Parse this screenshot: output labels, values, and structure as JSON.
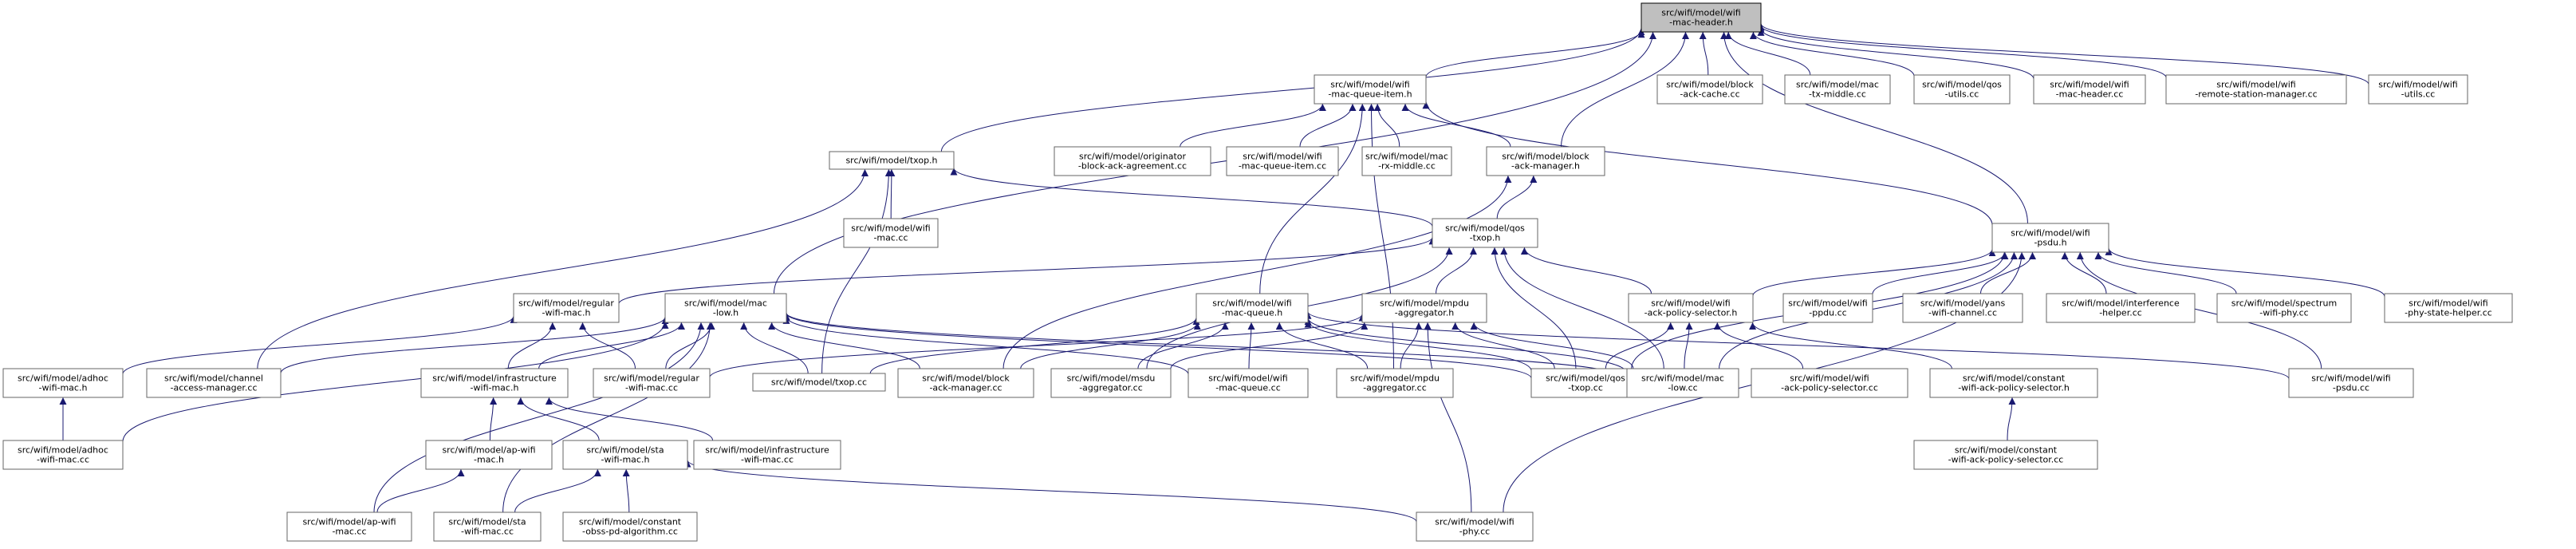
{
  "colors": {
    "edge": "#191970",
    "root_fill": "#bfbfbf",
    "node_border": "#666666",
    "text": "#000000"
  },
  "nodes": [
    {
      "id": "mac-header-h",
      "lines": [
        "src/wifi/model/wifi",
        "-mac-header.h"
      ],
      "root": true
    },
    {
      "id": "mac-queue-item-h",
      "lines": [
        "src/wifi/model/wifi",
        "-mac-queue-item.h"
      ]
    },
    {
      "id": "block-ack-cache-cc",
      "lines": [
        "src/wifi/model/block",
        "-ack-cache.cc"
      ]
    },
    {
      "id": "mac-tx-middle-cc",
      "lines": [
        "src/wifi/model/mac",
        "-tx-middle.cc"
      ]
    },
    {
      "id": "qos-utils-cc",
      "lines": [
        "src/wifi/model/qos",
        "-utils.cc"
      ]
    },
    {
      "id": "mac-header-cc",
      "lines": [
        "src/wifi/model/wifi",
        "-mac-header.cc"
      ]
    },
    {
      "id": "remote-station-manager-cc",
      "lines": [
        "src/wifi/model/wifi",
        "-remote-station-manager.cc"
      ]
    },
    {
      "id": "utils-cc",
      "lines": [
        "src/wifi/model/wifi",
        "-utils.cc"
      ]
    },
    {
      "id": "txop-h",
      "lines": [
        "src/wifi/model/txop.h"
      ]
    },
    {
      "id": "originator-cc",
      "lines": [
        "src/wifi/model/originator",
        "-block-ack-agreement.cc"
      ]
    },
    {
      "id": "mac-queue-item-cc",
      "lines": [
        "src/wifi/model/wifi",
        "-mac-queue-item.cc"
      ]
    },
    {
      "id": "mac-rx-middle-cc",
      "lines": [
        "src/wifi/model/mac",
        "-rx-middle.cc"
      ]
    },
    {
      "id": "block-ack-manager-h",
      "lines": [
        "src/wifi/model/block",
        "-ack-manager.h"
      ]
    },
    {
      "id": "mac-cc",
      "lines": [
        "src/wifi/model/wifi",
        "-mac.cc"
      ]
    },
    {
      "id": "qos-txop-h",
      "lines": [
        "src/wifi/model/qos",
        "-txop.h"
      ]
    },
    {
      "id": "psdu-h",
      "lines": [
        "src/wifi/model/wifi",
        "-psdu.h"
      ]
    },
    {
      "id": "regular-wifi-mac-h",
      "lines": [
        "src/wifi/model/regular",
        "-wifi-mac.h"
      ]
    },
    {
      "id": "mac-low-h",
      "lines": [
        "src/wifi/model/mac",
        "-low.h"
      ]
    },
    {
      "id": "mac-queue-h",
      "lines": [
        "src/wifi/model/wifi",
        "-mac-queue.h"
      ]
    },
    {
      "id": "mpdu-aggregator-h",
      "lines": [
        "src/wifi/model/mpdu",
        "-aggregator.h"
      ]
    },
    {
      "id": "ack-policy-selector-h",
      "lines": [
        "src/wifi/model/wifi",
        "-ack-policy-selector.h"
      ]
    },
    {
      "id": "ppdu-cc",
      "lines": [
        "src/wifi/model/wifi",
        "-ppdu.cc"
      ]
    },
    {
      "id": "yans-wifi-channel-cc",
      "lines": [
        "src/wifi/model/yans",
        "-wifi-channel.cc"
      ]
    },
    {
      "id": "interference-helper-cc",
      "lines": [
        "src/wifi/model/interference",
        "-helper.cc"
      ]
    },
    {
      "id": "spectrum-wifi-phy-cc",
      "lines": [
        "src/wifi/model/spectrum",
        "-wifi-phy.cc"
      ]
    },
    {
      "id": "phy-state-helper-cc",
      "lines": [
        "src/wifi/model/wifi",
        "-phy-state-helper.cc"
      ]
    },
    {
      "id": "adhoc-wifi-mac-h",
      "lines": [
        "src/wifi/model/adhoc",
        "-wifi-mac.h"
      ]
    },
    {
      "id": "channel-access-manager-cc",
      "lines": [
        "src/wifi/model/channel",
        "-access-manager.cc"
      ]
    },
    {
      "id": "infrastructure-wifi-mac-h",
      "lines": [
        "src/wifi/model/infrastructure",
        "-wifi-mac.h"
      ]
    },
    {
      "id": "regular-wifi-mac-cc",
      "lines": [
        "src/wifi/model/regular",
        "-wifi-mac.cc"
      ]
    },
    {
      "id": "txop-cc",
      "lines": [
        "src/wifi/model/txop.cc"
      ]
    },
    {
      "id": "block-ack-manager-cc",
      "lines": [
        "src/wifi/model/block",
        "-ack-manager.cc"
      ]
    },
    {
      "id": "msdu-aggregator-cc",
      "lines": [
        "src/wifi/model/msdu",
        "-aggregator.cc"
      ]
    },
    {
      "id": "mac-queue-cc",
      "lines": [
        "src/wifi/model/wifi",
        "-mac-queue.cc"
      ]
    },
    {
      "id": "mpdu-aggregator-cc",
      "lines": [
        "src/wifi/model/mpdu",
        "-aggregator.cc"
      ]
    },
    {
      "id": "qos-txop-cc",
      "lines": [
        "src/wifi/model/qos",
        "-txop.cc"
      ]
    },
    {
      "id": "mac-low-cc",
      "lines": [
        "src/wifi/model/mac",
        "-low.cc"
      ]
    },
    {
      "id": "ack-policy-selector-cc",
      "lines": [
        "src/wifi/model/wifi",
        "-ack-policy-selector.cc"
      ]
    },
    {
      "id": "constant-ack-policy-selector-h",
      "lines": [
        "src/wifi/model/constant",
        "-wifi-ack-policy-selector.h"
      ]
    },
    {
      "id": "psdu-cc",
      "lines": [
        "src/wifi/model/wifi",
        "-psdu.cc"
      ]
    },
    {
      "id": "adhoc-wifi-mac-cc",
      "lines": [
        "src/wifi/model/adhoc",
        "-wifi-mac.cc"
      ]
    },
    {
      "id": "ap-wifi-mac-h",
      "lines": [
        "src/wifi/model/ap-wifi",
        "-mac.h"
      ]
    },
    {
      "id": "sta-wifi-mac-h",
      "lines": [
        "src/wifi/model/sta",
        "-wifi-mac.h"
      ]
    },
    {
      "id": "infrastructure-wifi-mac-cc",
      "lines": [
        "src/wifi/model/infrastructure",
        "-wifi-mac.cc"
      ]
    },
    {
      "id": "constant-ack-policy-selector-cc",
      "lines": [
        "src/wifi/model/constant",
        "-wifi-ack-policy-selector.cc"
      ]
    },
    {
      "id": "ap-wifi-mac-cc",
      "lines": [
        "src/wifi/model/ap-wifi",
        "-mac.cc"
      ]
    },
    {
      "id": "sta-wifi-mac-cc",
      "lines": [
        "src/wifi/model/sta",
        "-wifi-mac.cc"
      ]
    },
    {
      "id": "obss-pd-algorithm-cc",
      "lines": [
        "src/wifi/model/constant",
        "-obss-pd-algorithm.cc"
      ]
    },
    {
      "id": "wifi-phy-cc",
      "lines": [
        "src/wifi/model/wifi",
        "-phy.cc"
      ]
    }
  ],
  "edges": [
    [
      "block-ack-cache-cc",
      "mac-header-h"
    ],
    [
      "mac-tx-middle-cc",
      "mac-header-h"
    ],
    [
      "qos-utils-cc",
      "mac-header-h"
    ],
    [
      "mac-header-cc",
      "mac-header-h"
    ],
    [
      "remote-station-manager-cc",
      "mac-header-h"
    ],
    [
      "utils-cc",
      "mac-header-h"
    ],
    [
      "mac-queue-item-h",
      "mac-header-h"
    ],
    [
      "txop-h",
      "mac-header-h"
    ],
    [
      "block-ack-manager-h",
      "mac-header-h"
    ],
    [
      "psdu-h",
      "mac-header-h"
    ],
    [
      "mac-low-h",
      "mac-header-h"
    ],
    [
      "originator-cc",
      "mac-queue-item-h"
    ],
    [
      "mac-queue-item-cc",
      "mac-queue-item-h"
    ],
    [
      "mac-rx-middle-cc",
      "mac-queue-item-h"
    ],
    [
      "block-ack-manager-h",
      "mac-queue-item-h"
    ],
    [
      "psdu-h",
      "mac-queue-item-h"
    ],
    [
      "mac-queue-h",
      "mac-queue-item-h"
    ],
    [
      "mpdu-aggregator-cc",
      "mac-queue-item-h"
    ],
    [
      "mac-cc",
      "txop-h"
    ],
    [
      "qos-txop-h",
      "txop-h"
    ],
    [
      "channel-access-manager-cc",
      "txop-h"
    ],
    [
      "txop-cc",
      "txop-h"
    ],
    [
      "qos-txop-h",
      "block-ack-manager-h"
    ],
    [
      "block-ack-manager-cc",
      "block-ack-manager-h"
    ],
    [
      "regular-wifi-mac-h",
      "qos-txop-h"
    ],
    [
      "mpdu-aggregator-h",
      "qos-txop-h"
    ],
    [
      "ack-policy-selector-h",
      "qos-txop-h"
    ],
    [
      "msdu-aggregator-cc",
      "qos-txop-h"
    ],
    [
      "qos-txop-cc",
      "qos-txop-h"
    ],
    [
      "mac-low-cc",
      "qos-txop-h"
    ],
    [
      "ack-policy-selector-h",
      "psdu-h"
    ],
    [
      "ppdu-cc",
      "psdu-h"
    ],
    [
      "yans-wifi-channel-cc",
      "psdu-h"
    ],
    [
      "interference-helper-cc",
      "psdu-h"
    ],
    [
      "spectrum-wifi-phy-cc",
      "psdu-h"
    ],
    [
      "phy-state-helper-cc",
      "psdu-h"
    ],
    [
      "qos-txop-cc",
      "psdu-h"
    ],
    [
      "mac-low-cc",
      "psdu-h"
    ],
    [
      "psdu-cc",
      "psdu-h"
    ],
    [
      "wifi-phy-cc",
      "psdu-h"
    ],
    [
      "adhoc-wifi-mac-h",
      "regular-wifi-mac-h"
    ],
    [
      "infrastructure-wifi-mac-h",
      "regular-wifi-mac-h"
    ],
    [
      "regular-wifi-mac-cc",
      "regular-wifi-mac-h"
    ],
    [
      "channel-access-manager-cc",
      "mac-low-h"
    ],
    [
      "infrastructure-wifi-mac-h",
      "mac-low-h"
    ],
    [
      "regular-wifi-mac-cc",
      "mac-low-h"
    ],
    [
      "txop-cc",
      "mac-low-h"
    ],
    [
      "block-ack-manager-cc",
      "mac-low-h"
    ],
    [
      "mac-queue-cc",
      "mac-low-h"
    ],
    [
      "qos-txop-cc",
      "mac-low-h"
    ],
    [
      "mac-low-cc",
      "mac-low-h"
    ],
    [
      "adhoc-wifi-mac-cc",
      "mac-low-h"
    ],
    [
      "ap-wifi-mac-cc",
      "mac-low-h"
    ],
    [
      "sta-wifi-mac-cc",
      "mac-low-h"
    ],
    [
      "txop-cc",
      "mac-queue-h"
    ],
    [
      "block-ack-manager-cc",
      "mac-queue-h"
    ],
    [
      "msdu-aggregator-cc",
      "mac-queue-h"
    ],
    [
      "mac-queue-cc",
      "mac-queue-h"
    ],
    [
      "mpdu-aggregator-cc",
      "mac-queue-h"
    ],
    [
      "qos-txop-cc",
      "mac-queue-h"
    ],
    [
      "mac-low-cc",
      "mac-queue-h"
    ],
    [
      "psdu-cc",
      "mac-queue-h"
    ],
    [
      "regular-wifi-mac-cc",
      "mpdu-aggregator-h"
    ],
    [
      "msdu-aggregator-cc",
      "mpdu-aggregator-h"
    ],
    [
      "mpdu-aggregator-cc",
      "mpdu-aggregator-h"
    ],
    [
      "qos-txop-cc",
      "mpdu-aggregator-h"
    ],
    [
      "mac-low-cc",
      "mpdu-aggregator-h"
    ],
    [
      "wifi-phy-cc",
      "mpdu-aggregator-h"
    ],
    [
      "qos-txop-cc",
      "ack-policy-selector-h"
    ],
    [
      "mac-low-cc",
      "ack-policy-selector-h"
    ],
    [
      "ack-policy-selector-cc",
      "ack-policy-selector-h"
    ],
    [
      "constant-ack-policy-selector-h",
      "ack-policy-selector-h"
    ],
    [
      "adhoc-wifi-mac-cc",
      "adhoc-wifi-mac-h"
    ],
    [
      "ap-wifi-mac-h",
      "infrastructure-wifi-mac-h"
    ],
    [
      "sta-wifi-mac-h",
      "infrastructure-wifi-mac-h"
    ],
    [
      "infrastructure-wifi-mac-cc",
      "infrastructure-wifi-mac-h"
    ],
    [
      "constant-ack-policy-selector-cc",
      "constant-ack-policy-selector-h"
    ],
    [
      "ap-wifi-mac-cc",
      "ap-wifi-mac-h"
    ],
    [
      "sta-wifi-mac-cc",
      "sta-wifi-mac-h"
    ],
    [
      "obss-pd-algorithm-cc",
      "sta-wifi-mac-h"
    ],
    [
      "wifi-phy-cc",
      "sta-wifi-mac-h"
    ]
  ]
}
